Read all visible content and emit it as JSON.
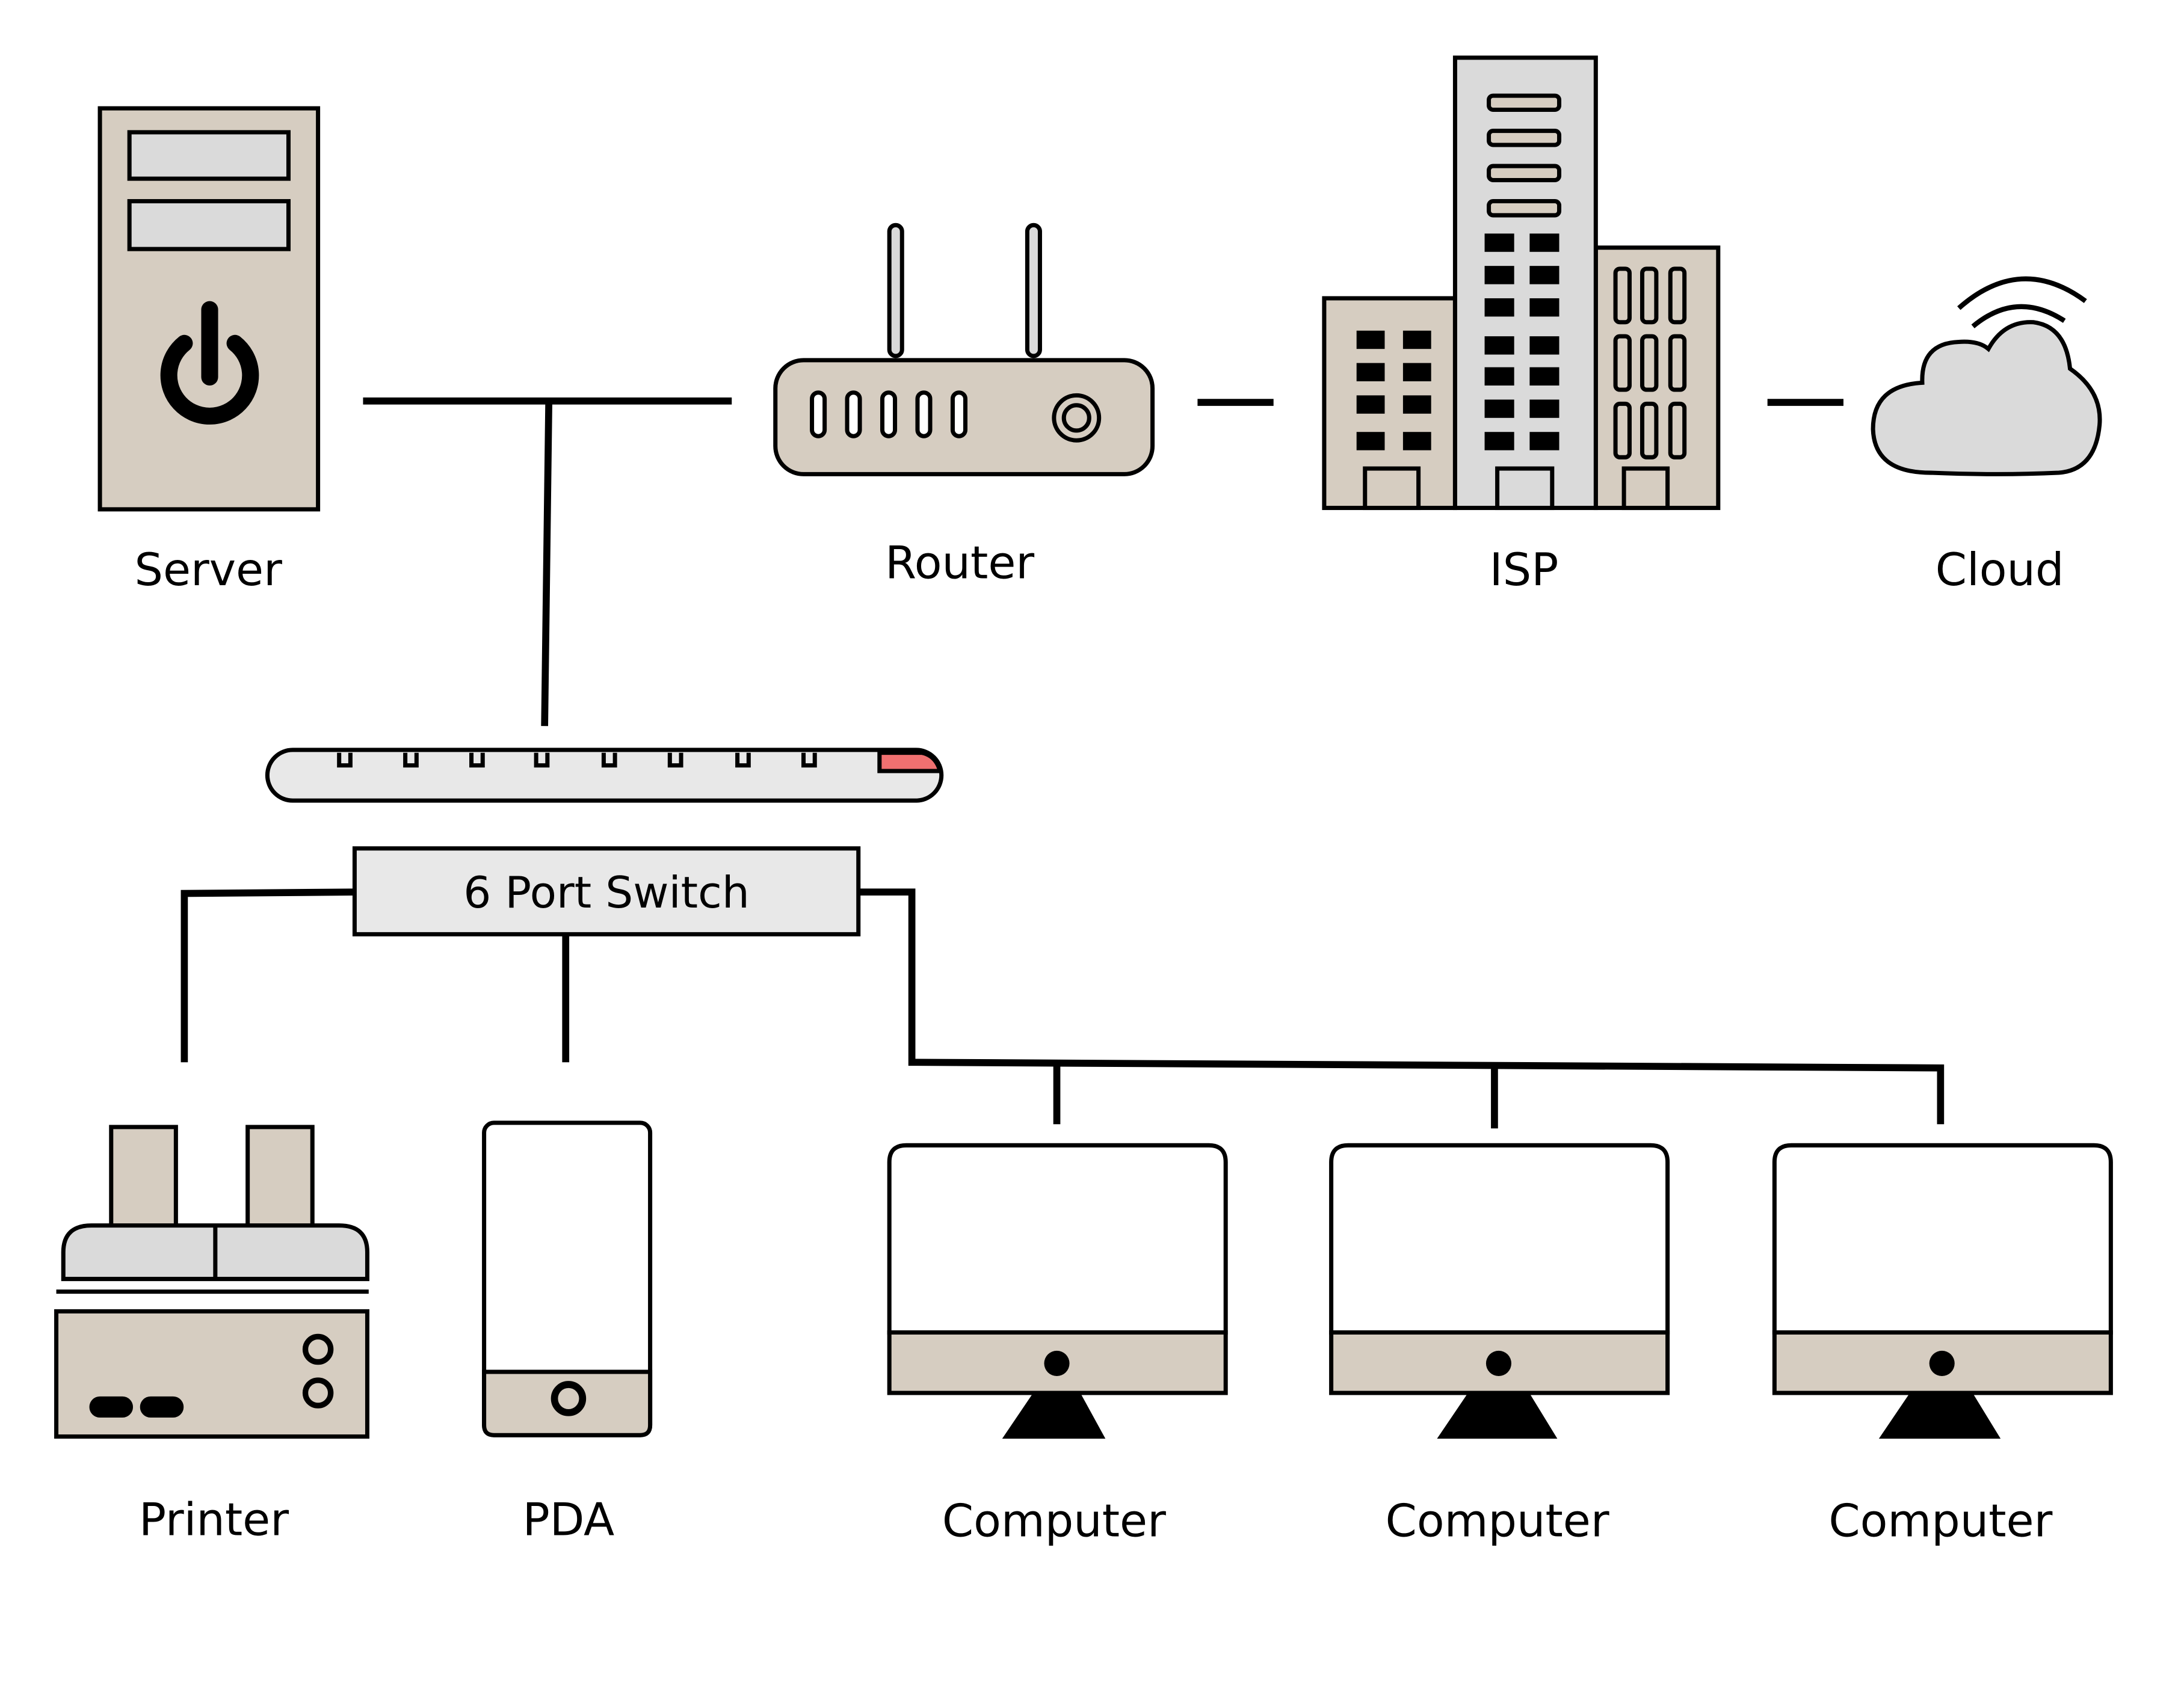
{
  "labels": {
    "server": "Server",
    "router": "Router",
    "isp": "ISP",
    "cloud": "Cloud",
    "switch": "6 Port Switch",
    "printer": "Printer",
    "pda": "PDA",
    "computer_1": "Computer",
    "computer_2": "Computer",
    "computer_3": "Computer"
  },
  "colors": {
    "device_tan": "#d6cdc1",
    "device_gray": "#dadada",
    "switch_box": "#e8e8e8",
    "indicator_red": "#f07070",
    "line": "#000000",
    "background": "#ffffff"
  },
  "icons": {
    "server": "server-tower-icon",
    "router": "router-icon",
    "isp": "office-buildings-icon",
    "cloud": "cloud-wireless-icon",
    "switch": "network-switch-icon",
    "printer": "printer-icon",
    "pda": "pda-icon",
    "computer": "desktop-monitor-icon"
  }
}
